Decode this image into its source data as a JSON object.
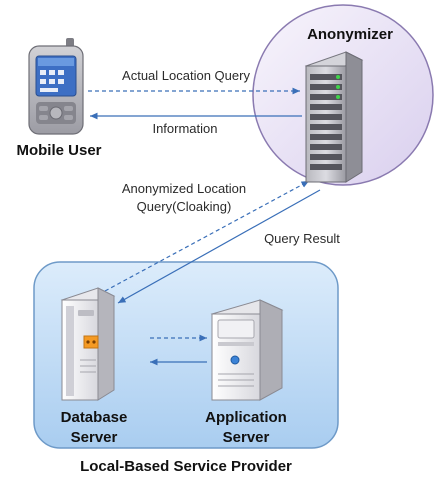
{
  "nodes": {
    "anonymizer": "Anonymizer",
    "mobile_user": "Mobile User",
    "database_server": [
      "Database",
      "Server"
    ],
    "application_server": [
      "Application",
      "Server"
    ],
    "provider": "Local-Based Service Provider"
  },
  "edges": {
    "actual_location_query": "Actual Location Query",
    "information": "Information",
    "anonymized_query": [
      "Anonymized Location",
      "Query(Cloaking)"
    ],
    "query_result": "Query Result"
  },
  "colors": {
    "arrow": "#3a6fb8",
    "anonymizer_fill": "#ece6f6",
    "anonymizer_stroke": "#8a7ab0",
    "provider_fill": "#bdd9f4",
    "provider_stroke": "#6e9ac8"
  }
}
